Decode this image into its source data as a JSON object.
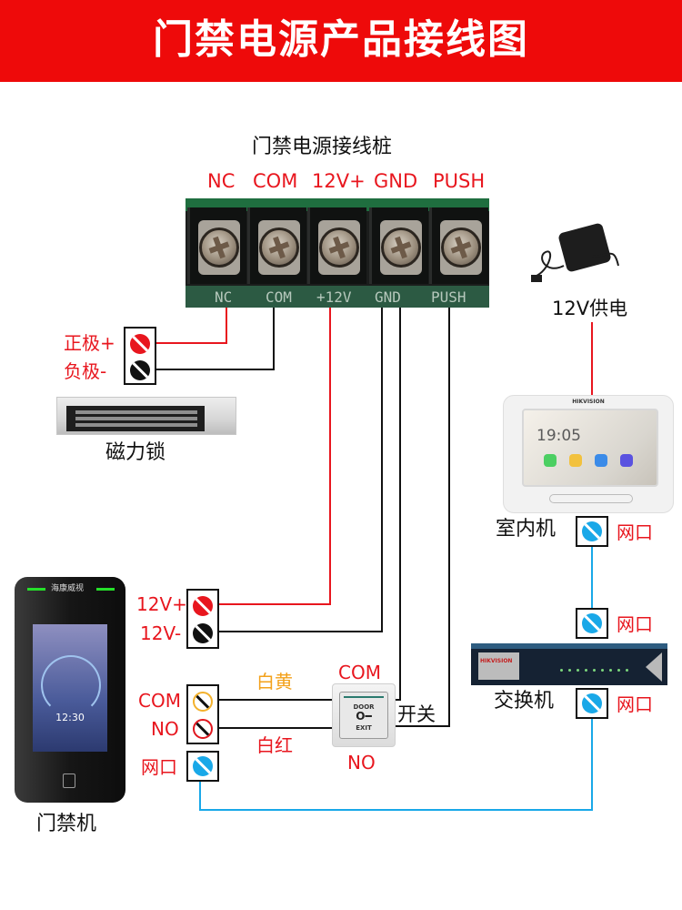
{
  "title": "门禁电源产品接线图",
  "colors": {
    "banner": "#ee0a0a",
    "wire_red": "#e8161e",
    "wire_black": "#111111",
    "wire_blue": "#19a8e8",
    "label_red": "#e8161e",
    "label_orange": "#f3a11b"
  },
  "power_terminal": {
    "title": "门禁电源接线桩",
    "terminals": [
      "NC",
      "COM",
      "12V+",
      "GND",
      "PUSH"
    ],
    "pcb_labels": [
      "NC",
      "COM",
      "+12V",
      "GND",
      "PUSH"
    ]
  },
  "maglock": {
    "name": "磁力锁",
    "pos_label": "正极+",
    "neg_label": "负极-"
  },
  "adapter": {
    "label": "12V供电"
  },
  "indoor_monitor": {
    "name": "室内机",
    "brand": "HIKVISION",
    "screen_time": "19:05",
    "port_label": "网口"
  },
  "switch": {
    "name": "交换机",
    "brand": "HIKVISION",
    "top_port_label": "网口",
    "bottom_port_label": "网口"
  },
  "access_terminal": {
    "name": "门禁机",
    "brand": "海康威视",
    "screen_time": "12:30",
    "power_plus": "12V+",
    "power_minus": "12V-",
    "com_label": "COM",
    "no_label": "NO",
    "port_label": "网口"
  },
  "exit_button": {
    "com_label": "COM",
    "no_label": "NO",
    "switch_label": "开关",
    "text_top": "DOOR",
    "text_bottom": "EXIT",
    "key_glyph": "O━",
    "wire_com_label": "白黄",
    "wire_no_label": "白红"
  }
}
